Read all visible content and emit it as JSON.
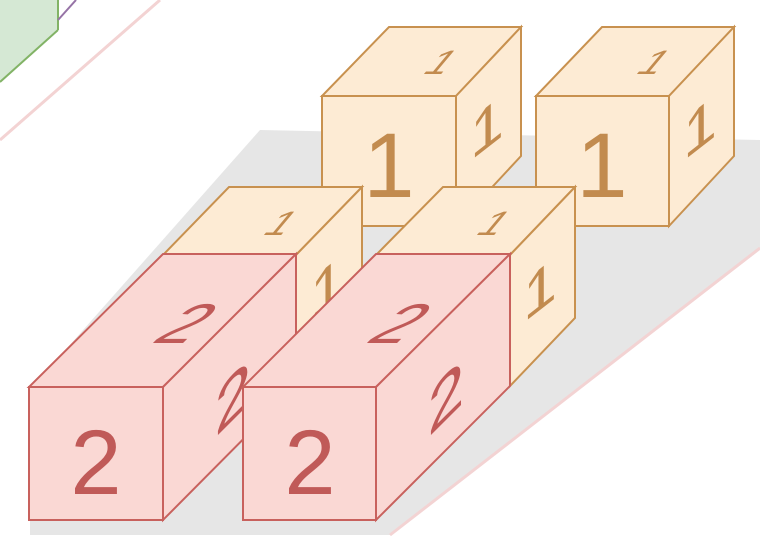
{
  "colors": {
    "shadow": "#e6e6e6",
    "shadow_edge": "#f3d3d3",
    "green_fill": "#d5e8d4",
    "green_stroke": "#82b366",
    "purple_stroke": "#9673a6",
    "orange_fill": "#fdebd4",
    "orange_stroke": "#c8914f",
    "orange_text": "#c28b4f",
    "red_fill": "#fad8d4",
    "red_stroke": "#c8615d",
    "red_text": "#c05a58"
  },
  "blocks": [
    {
      "id": "back-left",
      "color": "orange",
      "front": "1",
      "top": "1",
      "side": "1"
    },
    {
      "id": "back-right",
      "color": "orange",
      "front": "1",
      "top": "1",
      "side": "1"
    },
    {
      "id": "mid-left",
      "color": "orange",
      "front": "",
      "top": "1",
      "side": "1"
    },
    {
      "id": "mid-right",
      "color": "orange",
      "front": "",
      "top": "1",
      "side": "1"
    },
    {
      "id": "front-left",
      "color": "red",
      "front": "2",
      "top": "2",
      "side": "2"
    },
    {
      "id": "front-right",
      "color": "red",
      "front": "2",
      "top": "2",
      "side": "2"
    }
  ]
}
